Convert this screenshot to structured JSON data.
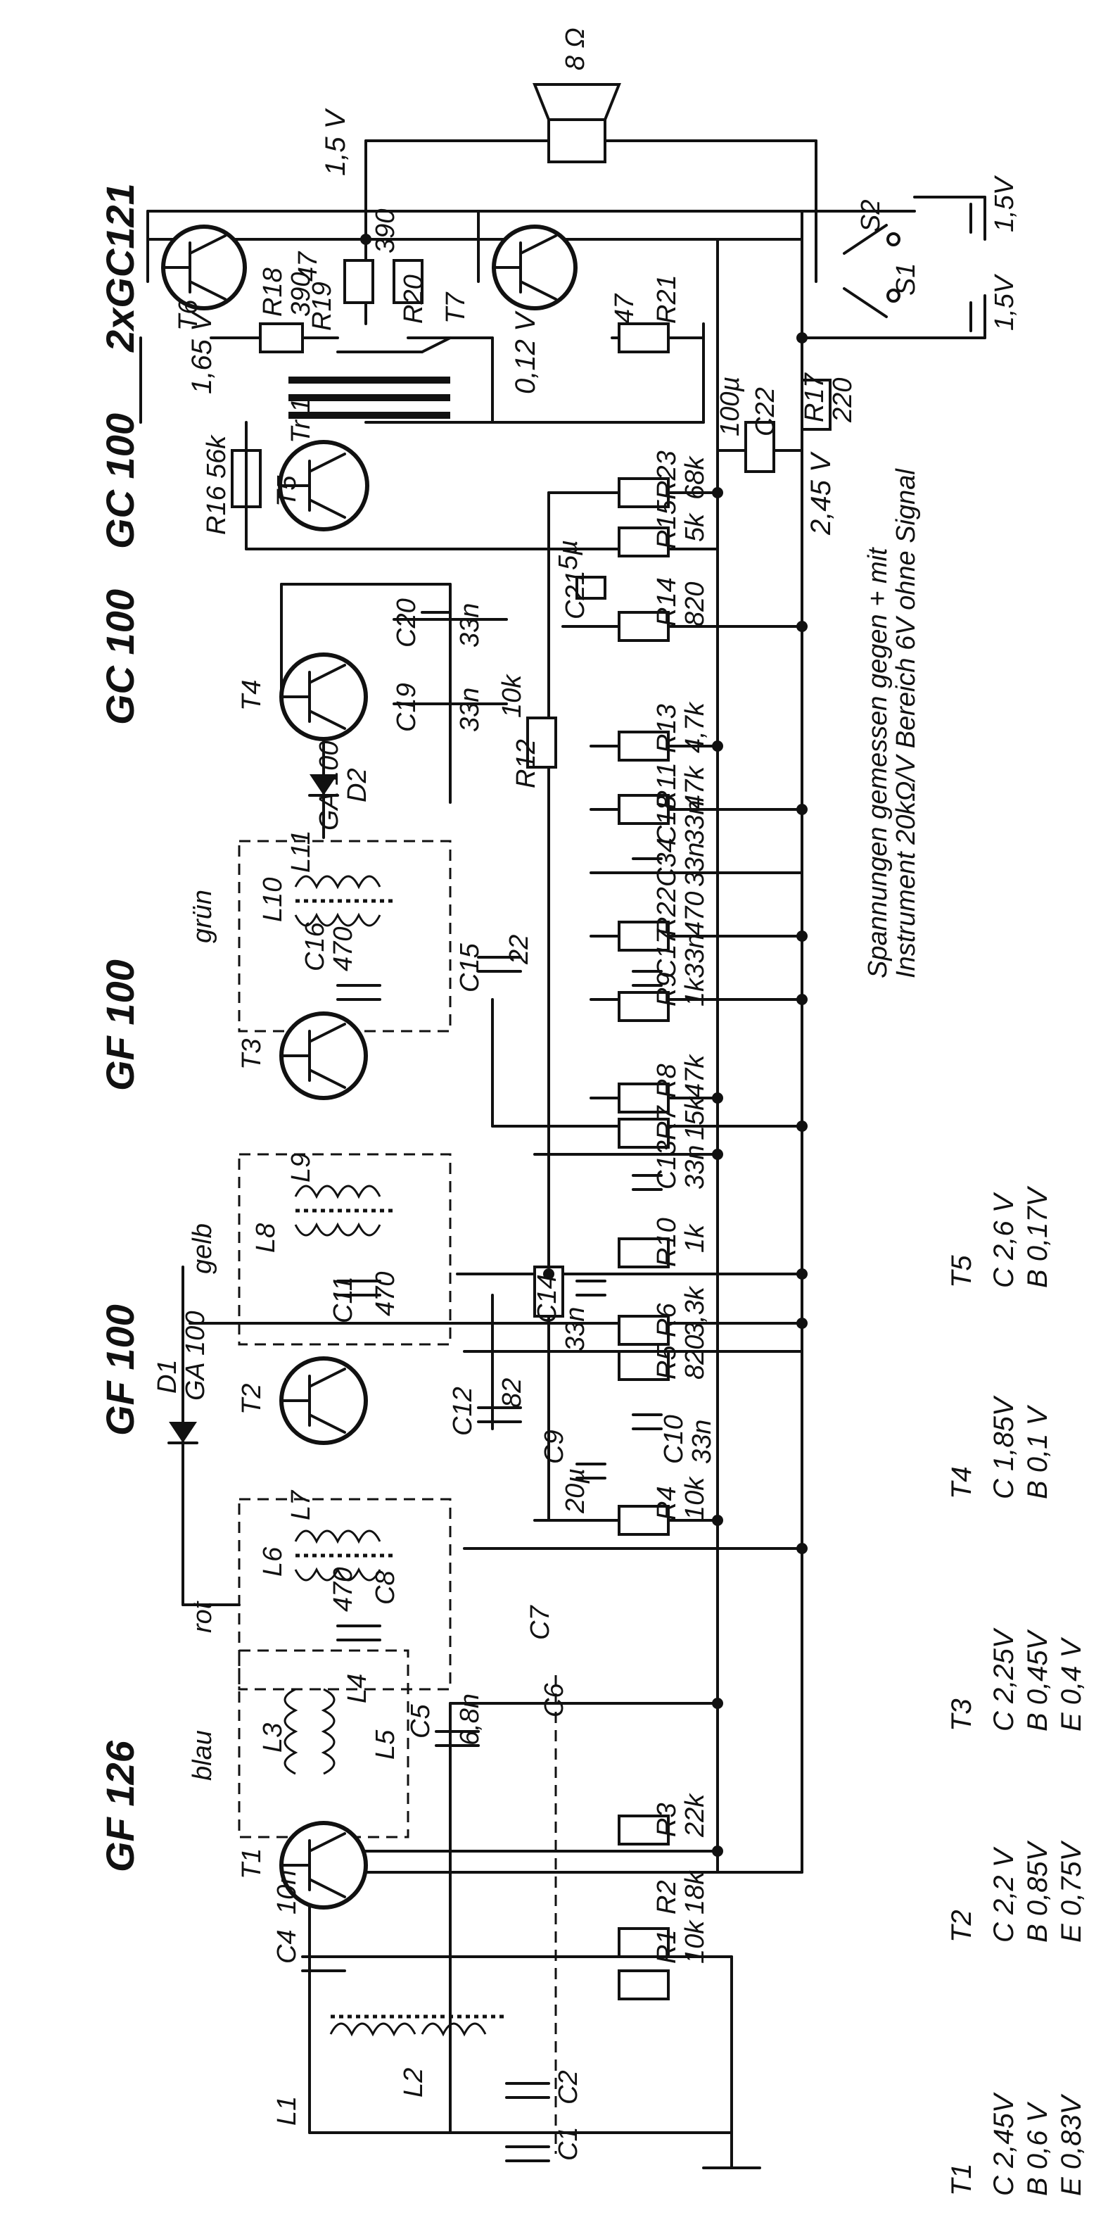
{
  "transistors": {
    "T1": {
      "label": "T1",
      "type": "GF 126"
    },
    "T2": {
      "label": "T2",
      "type": "GF 100"
    },
    "T3": {
      "label": "T3",
      "type": "GF 100"
    },
    "T4": {
      "label": "T4",
      "type": "GC 100"
    },
    "T5": {
      "label": "T5",
      "type": "GC 100"
    },
    "T6": {
      "label": "T6"
    },
    "T7": {
      "label": "T7"
    },
    "pair_type": "2xGC121"
  },
  "filters": {
    "blau": "blau",
    "rot": "rot",
    "gelb": "gelb",
    "gruen": "grün"
  },
  "parts": {
    "C1": "C1",
    "C2": "C2",
    "C4": "C4",
    "C4v": "10n",
    "C5": "C5",
    "C5v": "6,8n",
    "C6": "C6",
    "C7": "C7",
    "C8": "C8",
    "C8v": "470",
    "C9": "C9",
    "C9v": "20µ",
    "C10": "C10",
    "C10v": "33n",
    "C11": "C11",
    "C11v": "470",
    "C12": "C12",
    "C12v": "82",
    "C13": "C13",
    "C13v": "33n",
    "C14": "C14",
    "C14v": "33n",
    "C15": "C15",
    "C15v": "22",
    "C16": "C16",
    "C16v": "470",
    "C17": "C17",
    "C17v": "33n",
    "C18": "C18",
    "C18v": "33n",
    "C19": "C19",
    "C19v": "33n",
    "C20": "C20",
    "C20v": "33n",
    "C21": "C21",
    "C21v": "5µ",
    "C22": "C22",
    "C22v": "100µ",
    "C34": "C34",
    "C34v": "33n",
    "R1": "R1",
    "R1v": "10k",
    "R2": "R2",
    "R2v": "18k",
    "R3": "R3",
    "R3v": "22k",
    "R4": "R4",
    "R4v": "10k",
    "R5": "R5",
    "R5v": "820",
    "R6": "R6",
    "R6v": "3,3k",
    "R7": "R7",
    "R7v": "15k",
    "R8": "R8",
    "R8v": "47k",
    "R9": "R9",
    "R9v": "1k",
    "R10": "R10",
    "R10v": "1k",
    "R11": "R11",
    "R11v": "47k",
    "R12": "R12",
    "R12v": "10k",
    "R13": "R13",
    "R13v": "4,7k",
    "R14": "R14",
    "R14v": "820",
    "R15": "R15",
    "R15v": "5k",
    "R16": "R16",
    "R16v": "56k",
    "R17": "R17",
    "R17v": "220",
    "R18": "R18",
    "R18v": "390",
    "R19": "R19",
    "R19v": "47",
    "R20": "R20",
    "R20v": "390",
    "R21": "R21",
    "R21v": "47",
    "R22": "R22",
    "R22v": "470",
    "R23": "R23",
    "R23v": "68k",
    "L1": "L1",
    "L2": "L2",
    "L3": "L3",
    "L4": "L4",
    "L5": "L5",
    "L6": "L6",
    "L7": "L7",
    "L8": "L8",
    "L9": "L9",
    "L10": "L10",
    "L11": "L11",
    "D1": "D1",
    "D1v": "GA 100",
    "D2": "D2",
    "D2v": "GA 100",
    "Tr1": "Tr 1",
    "speaker": "8 Ω",
    "S1": "S1",
    "S2": "S2",
    "bat1": "1,5V",
    "bat2": "1,5V"
  },
  "test_points": {
    "v1": "1,5 V",
    "v2": "1,65 V",
    "v3": "0,12 V",
    "v4": "2,45 V"
  },
  "note": {
    "line1": "Spannungen gemessen gegen + mit",
    "line2": "Instrument 20kΩ/V  Bereich 6V ohne Signal"
  },
  "voltages": [
    {
      "t": "T1",
      "lines": [
        "C  2,45V",
        "B  0,6 V",
        "E  0,83V"
      ]
    },
    {
      "t": "T2",
      "lines": [
        "C  2,2 V",
        "B  0,85V",
        "E  0,75V"
      ]
    },
    {
      "t": "T3",
      "lines": [
        "C  2,25V",
        "B  0,45V",
        "E  0,4 V"
      ]
    },
    {
      "t": "T4",
      "lines": [
        "C  1,85V",
        "B  0,1 V"
      ]
    },
    {
      "t": "T5",
      "lines": [
        "C  2,6 V",
        "B  0,17V"
      ]
    }
  ]
}
